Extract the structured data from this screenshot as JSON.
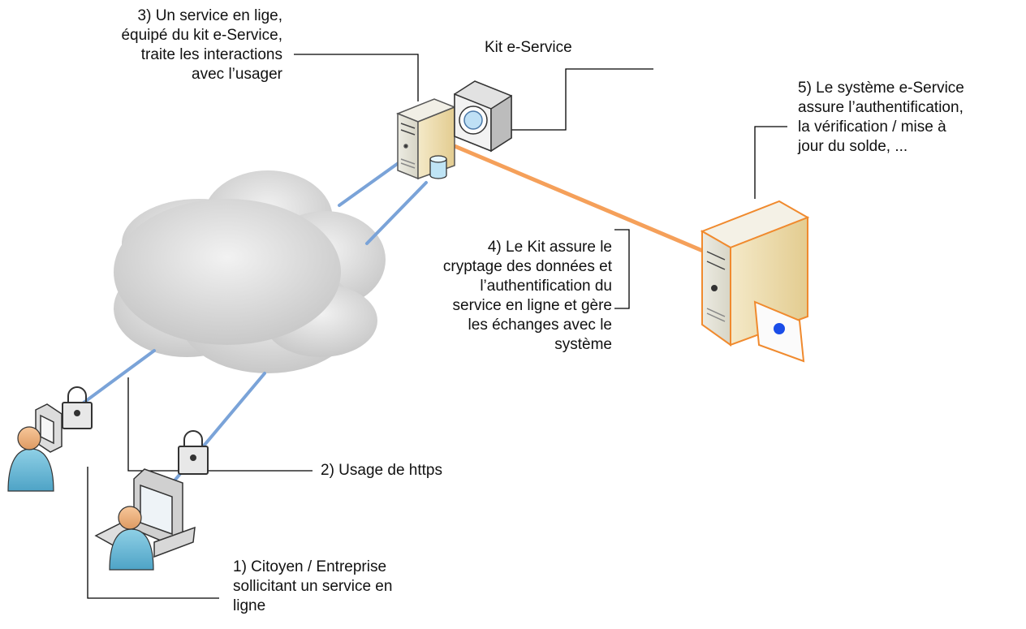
{
  "labels": {
    "step3": "3) Un service en lige,\néquipé du kit e-Service,\ntraite les interactions\navec l’usager",
    "kit": "Kit e-Service",
    "step5": "5) Le système e-Service\nassure l’authentification,\nla vérification / mise à\njour du solde, ...",
    "step4": "4) Le Kit assure le\ncryptage des données et\nl’authentification du\nservice en ligne et gère\nles échanges avec le\nsystème",
    "step2": "2) Usage de https",
    "step1": "1) Citoyen / Entreprise\nsollicitant un service en\nligne"
  },
  "colors": {
    "https_link": "#7aa3d8",
    "system_link": "#f5a05a",
    "cloud": "#d4d4d4",
    "callout": "#000000"
  },
  "icons": [
    "server-icon",
    "kit-monitor-icon",
    "database-icon",
    "cloud-icon",
    "main-server-icon",
    "badge-icon",
    "phone-icon",
    "padlock-icon",
    "user-icon",
    "desktop-icon"
  ]
}
